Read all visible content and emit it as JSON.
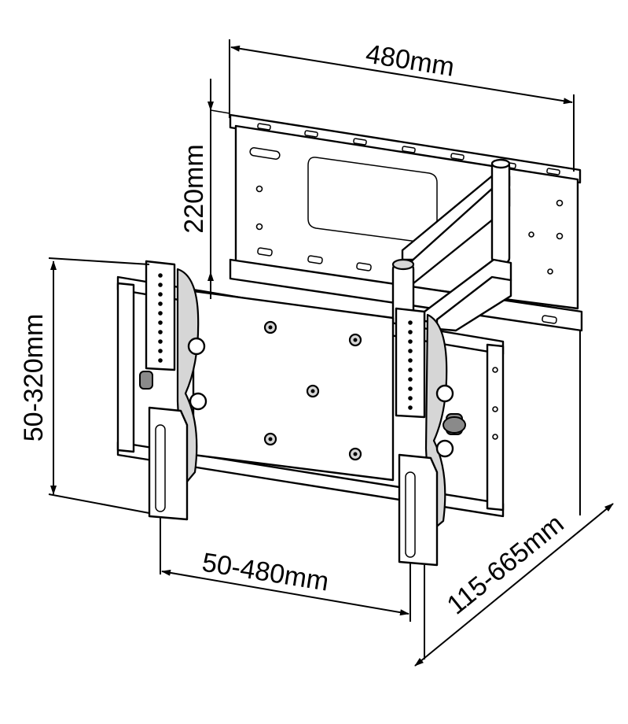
{
  "dimensions": {
    "width_label": "480mm",
    "height_label": "220mm",
    "vesa_vertical_label": "50-320mm",
    "vesa_horizontal_label": "50-480mm",
    "extension_label": "115-665mm"
  }
}
